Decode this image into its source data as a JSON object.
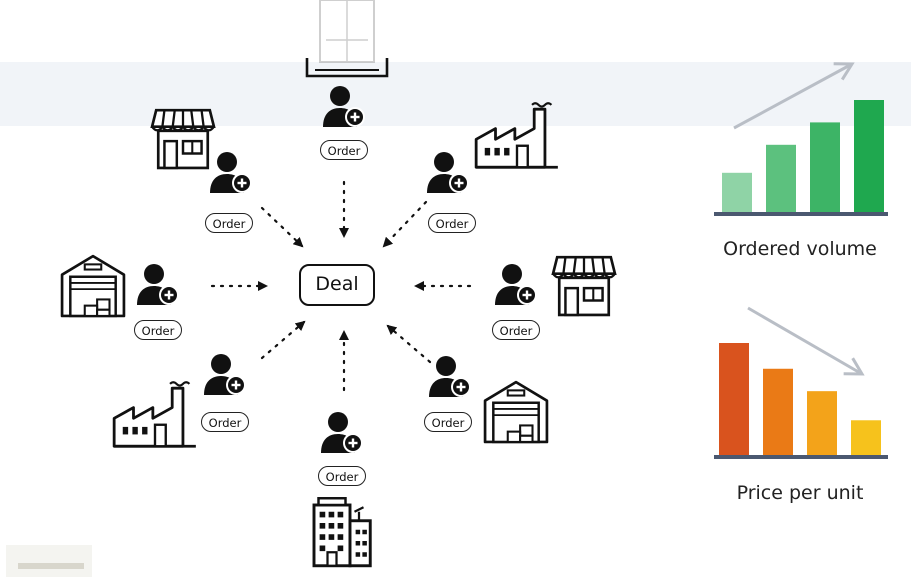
{
  "deal_label": "Deal",
  "order_label": "Order",
  "participants": [
    {
      "position": "top",
      "building_icon": "office-building-icon"
    },
    {
      "position": "top-left",
      "building_icon": "store-icon"
    },
    {
      "position": "top-right",
      "building_icon": "factory-icon"
    },
    {
      "position": "left",
      "building_icon": "warehouse-icon"
    },
    {
      "position": "right",
      "building_icon": "store-icon"
    },
    {
      "position": "bottom-left",
      "building_icon": "factory-icon"
    },
    {
      "position": "bottom-right",
      "building_icon": "warehouse-icon"
    },
    {
      "position": "bottom",
      "building_icon": "office-building-icon"
    }
  ],
  "charts": [
    {
      "label": "Ordered volume",
      "trend": "up",
      "colors": [
        "#8fd3a6",
        "#5cc17e",
        "#3db466",
        "#1fa84f"
      ],
      "relative_values": [
        0.35,
        0.6,
        0.8,
        1.0
      ]
    },
    {
      "label": "Price per unit",
      "trend": "down",
      "colors": [
        "#d9531e",
        "#ea7a16",
        "#f3a31a",
        "#f6c21c"
      ],
      "relative_values": [
        1.0,
        0.77,
        0.57,
        0.31
      ]
    }
  ]
}
